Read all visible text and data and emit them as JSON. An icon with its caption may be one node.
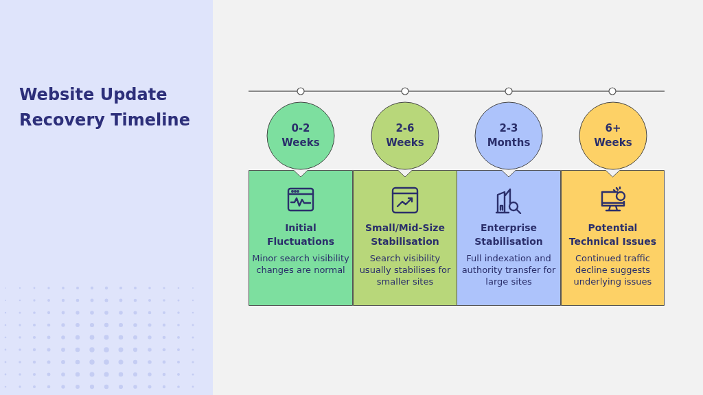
{
  "diagram": {
    "title": "Website Update Recovery Timeline",
    "nodes": [
      {
        "text": [
          "0-2 Weeks"
        ]
      },
      {
        "text": [
          "2-6 Weeks"
        ]
      },
      {
        "text": [
          "2-3 Months"
        ]
      },
      {
        "text": [
          "6+ Weeks"
        ]
      },
      {
        "text": [
          "Initial Fluctuations",
          "Minor search visibility changes are normal"
        ]
      },
      {
        "text": [
          "Small/Mid-Size Stabilisation",
          "Search visibility usually stabilises for smaller sites"
        ]
      },
      {
        "text": [
          "Enterprise Stabilisation",
          "Full indexation and  authority transfer for large sites"
        ]
      },
      {
        "text": [
          "Potential Technical Issues",
          "Continued traffic decline suggests underlying issues"
        ]
      }
    ]
  }
}
